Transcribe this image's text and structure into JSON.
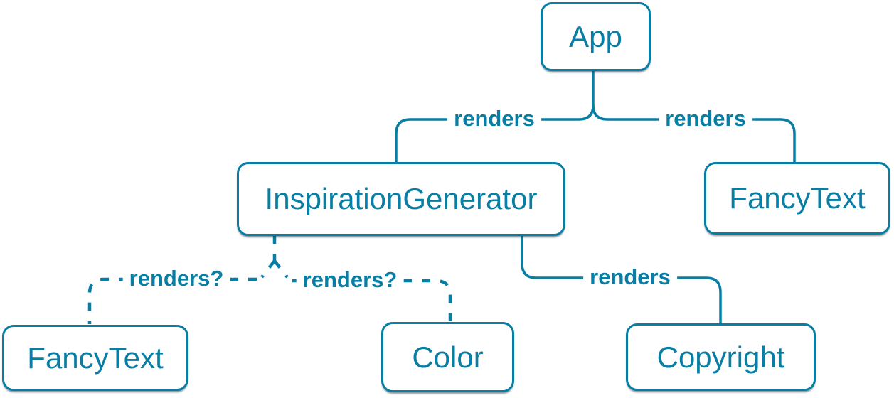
{
  "diagram": {
    "kind": "component-render-tree",
    "colors": {
      "accent": "#087ea4",
      "node_background": "#ffffff"
    },
    "nodes": [
      {
        "id": "app",
        "label": "App"
      },
      {
        "id": "inspiration-generator",
        "label": "InspirationGenerator"
      },
      {
        "id": "fancy-text-top",
        "label": "FancyText"
      },
      {
        "id": "fancy-text-bottom",
        "label": "FancyText"
      },
      {
        "id": "color",
        "label": "Color"
      },
      {
        "id": "copyright",
        "label": "Copyright"
      }
    ],
    "edges": [
      {
        "from": "app",
        "to": "inspiration-generator",
        "label": "renders",
        "style": "solid"
      },
      {
        "from": "app",
        "to": "fancy-text-top",
        "label": "renders",
        "style": "solid"
      },
      {
        "from": "inspiration-generator",
        "to": "fancy-text-bottom",
        "label": "renders?",
        "style": "dashed"
      },
      {
        "from": "inspiration-generator",
        "to": "color",
        "label": "renders?",
        "style": "dashed"
      },
      {
        "from": "inspiration-generator",
        "to": "copyright",
        "label": "renders",
        "style": "solid"
      }
    ]
  }
}
